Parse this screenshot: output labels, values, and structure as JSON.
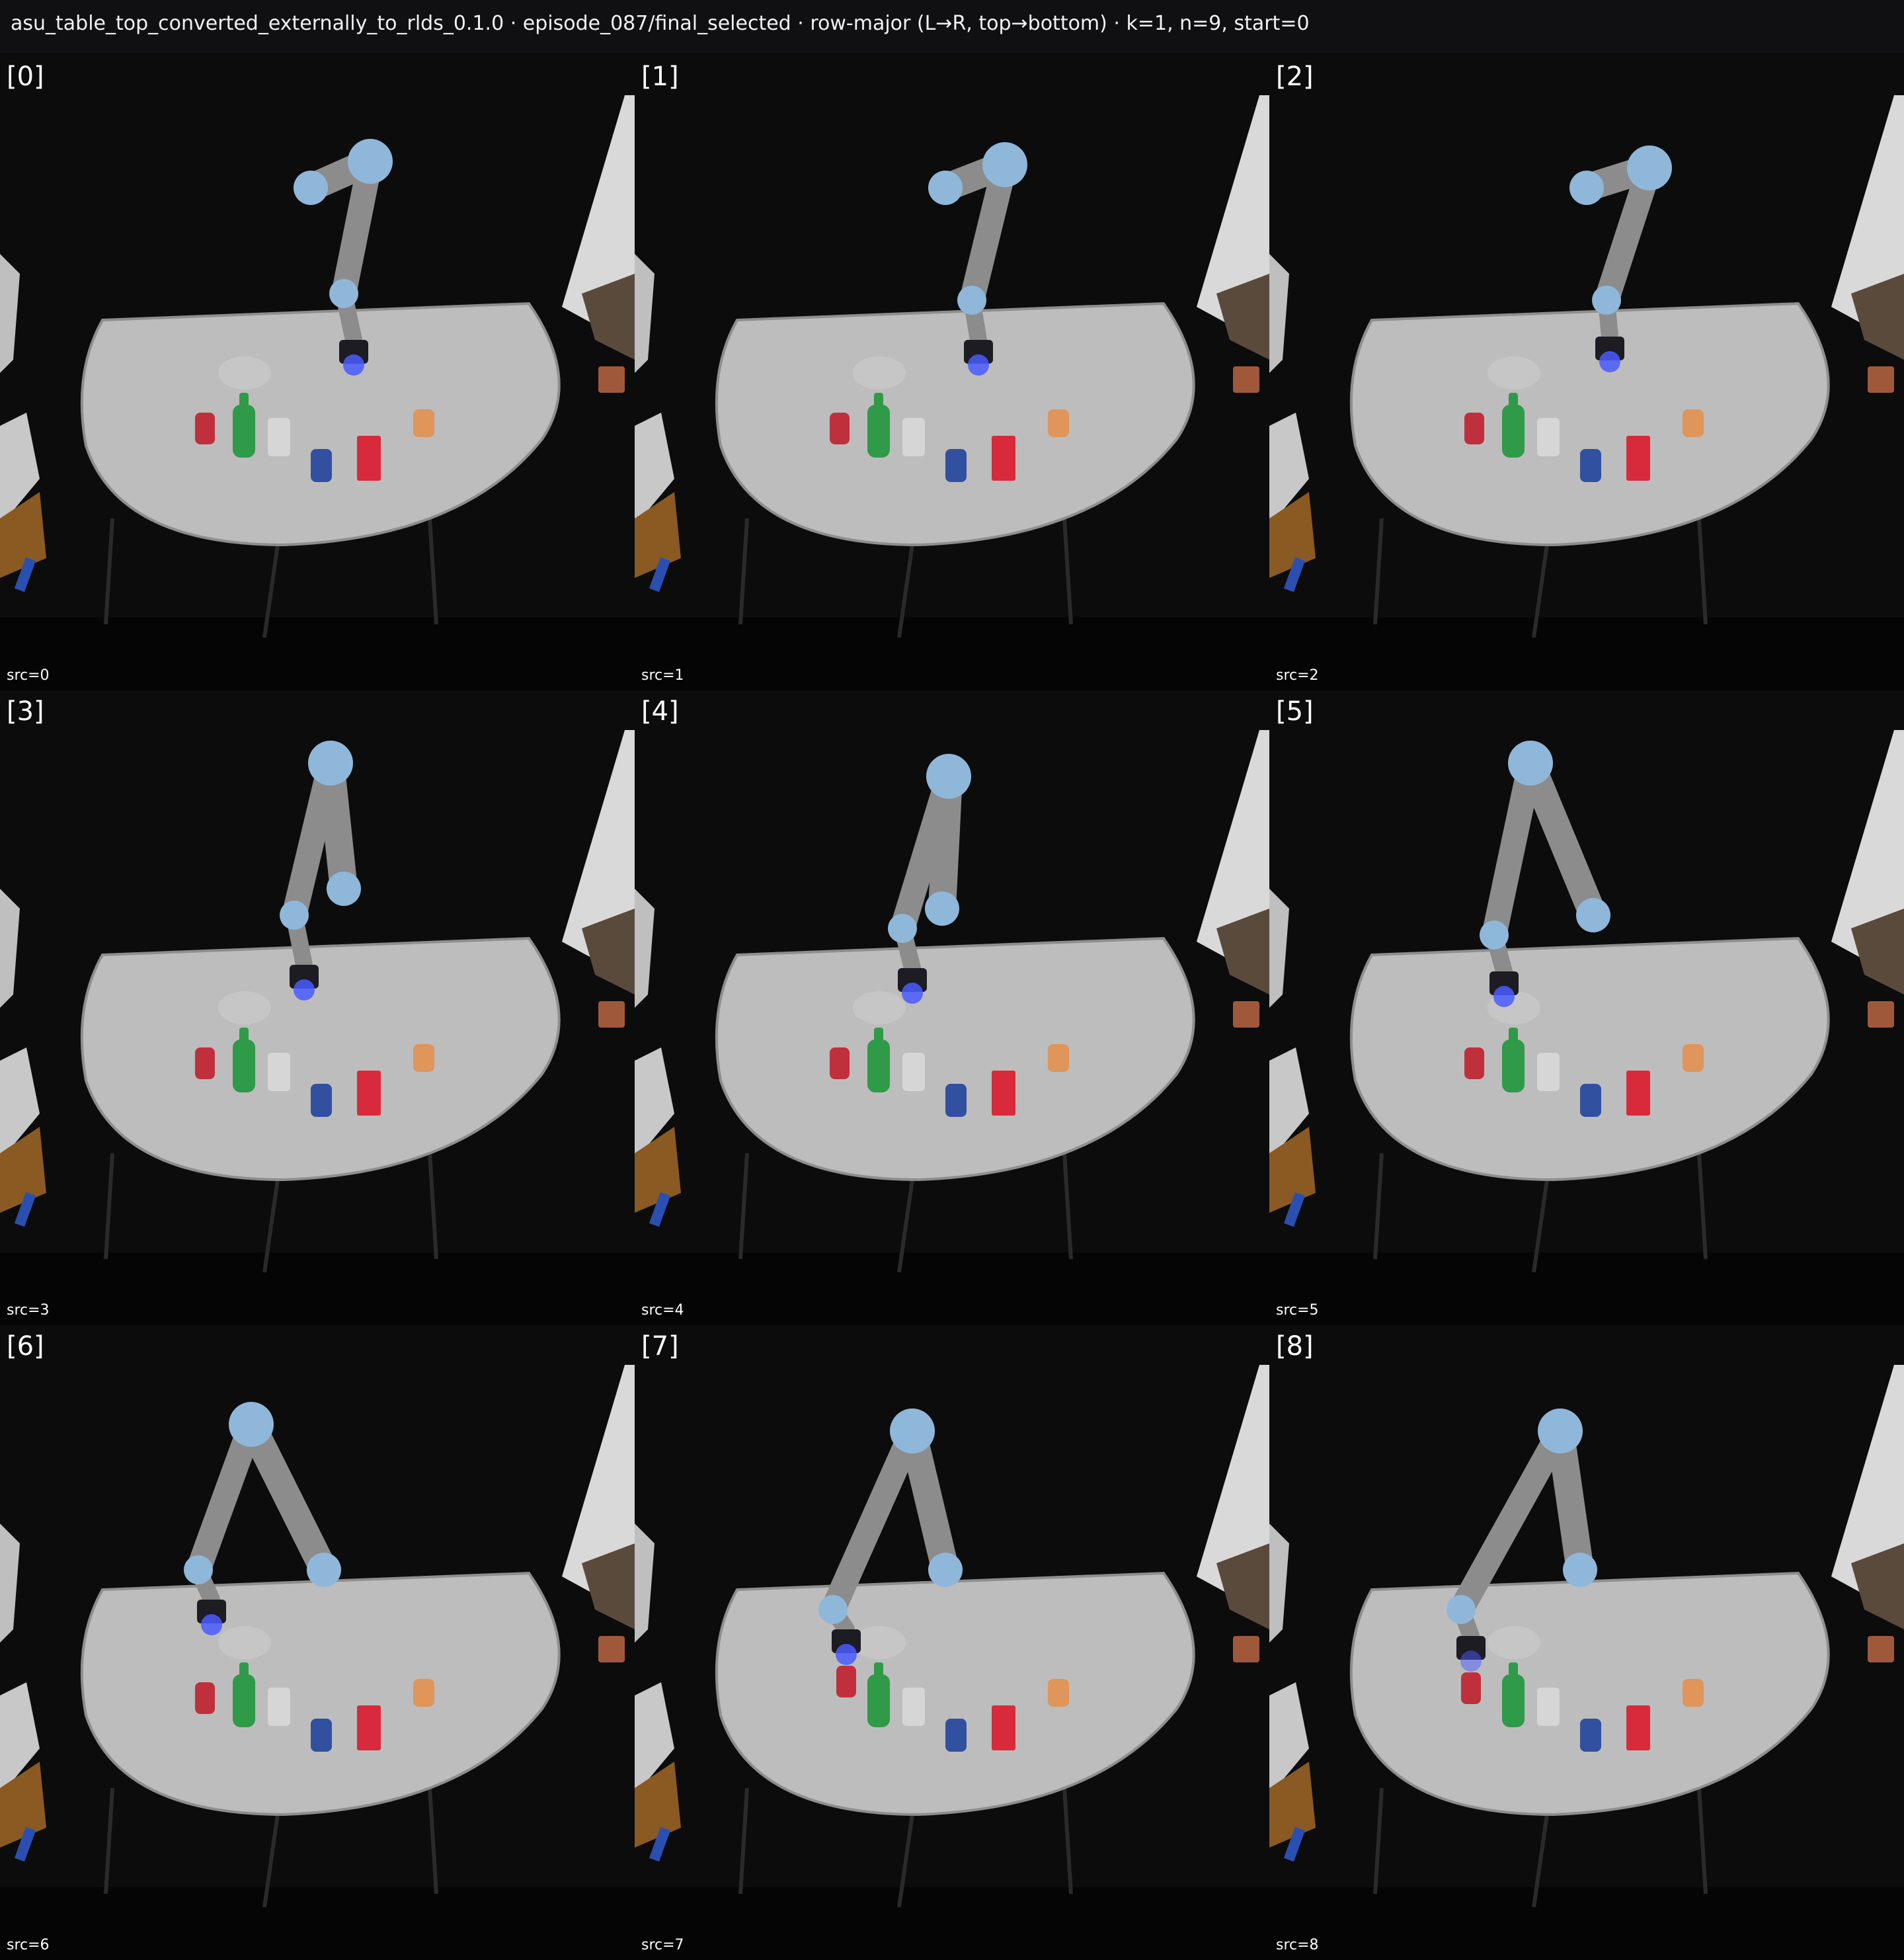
{
  "header": {
    "title": "asu_table_top_converted_externally_to_rlds_0.1.0 · episode_087/final_selected · row-major (L→R, top→bottom) · k=1, n=9, start=0"
  },
  "frames": [
    {
      "index_label": "[0]",
      "src_label": "src=0",
      "arm_pose": 0
    },
    {
      "index_label": "[1]",
      "src_label": "src=1",
      "arm_pose": 1
    },
    {
      "index_label": "[2]",
      "src_label": "src=2",
      "arm_pose": 2
    },
    {
      "index_label": "[3]",
      "src_label": "src=3",
      "arm_pose": 3
    },
    {
      "index_label": "[4]",
      "src_label": "src=4",
      "arm_pose": 4
    },
    {
      "index_label": "[5]",
      "src_label": "src=5",
      "arm_pose": 5
    },
    {
      "index_label": "[6]",
      "src_label": "src=6",
      "arm_pose": 6
    },
    {
      "index_label": "[7]",
      "src_label": "src=7",
      "arm_pose": 7
    },
    {
      "index_label": "[8]",
      "src_label": "src=8",
      "arm_pose": 8
    }
  ],
  "colors": {
    "background": "#0b0b0c",
    "table": "#bdbdbd",
    "arm_joint": "#8fb7d9",
    "arm_link": "#8c8c8c",
    "red_can": "#c0303c",
    "green_bottle": "#2f9a48",
    "blue_can": "#3150a0",
    "red_box": "#d92a3c",
    "orange_item": "#e0955a"
  }
}
